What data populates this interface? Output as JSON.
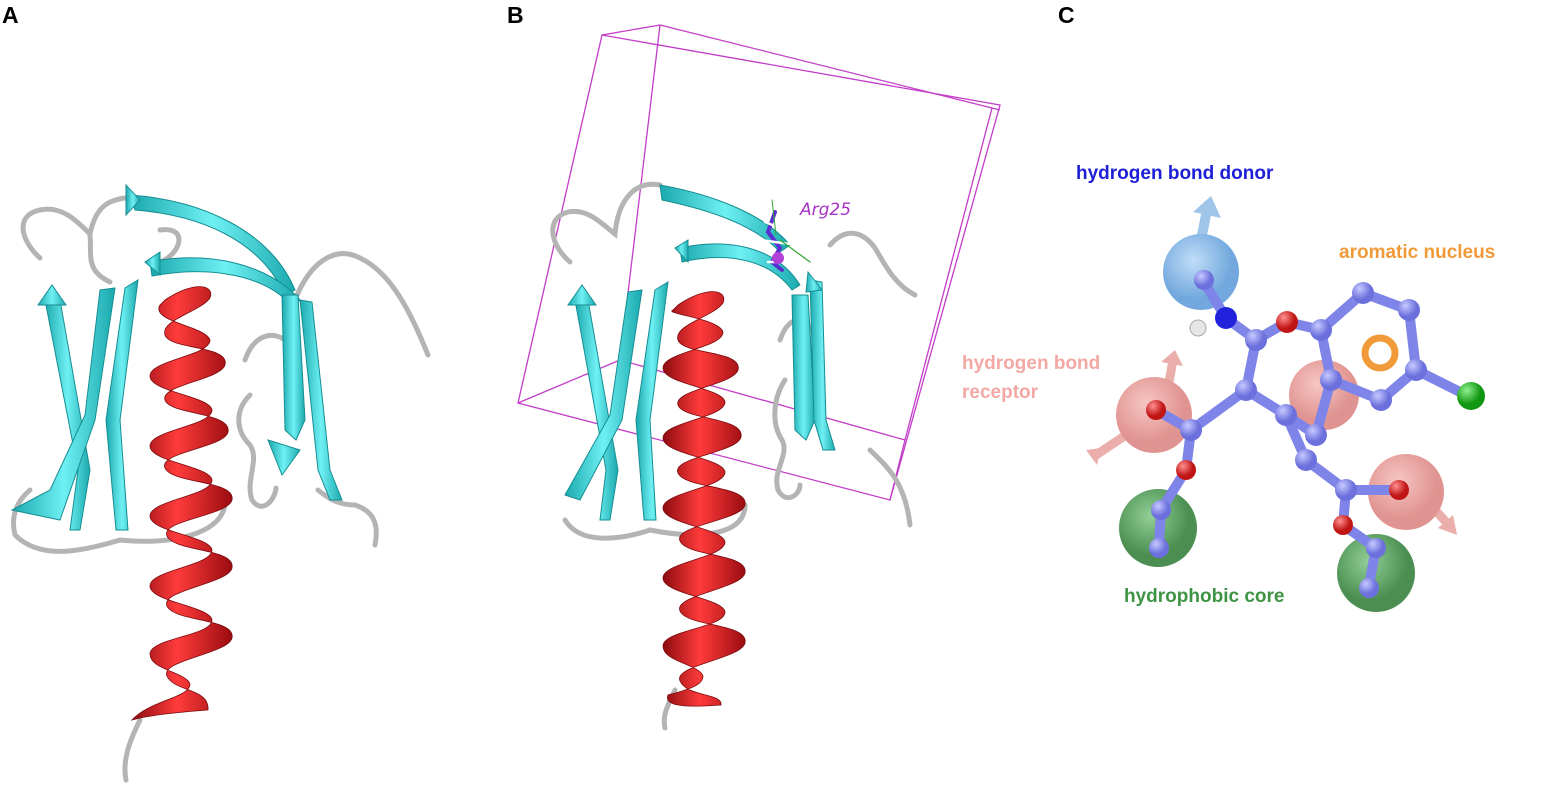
{
  "panels": [
    {
      "letter": "A"
    },
    {
      "letter": "B"
    },
    {
      "letter": "C"
    }
  ],
  "panel_b": {
    "residue_label": "Arg25"
  },
  "panel_c": {
    "labels": {
      "donor": "hydrogen bond donor",
      "aromatic": "aromatic nucleus",
      "acceptor_line1": "hydrogen bond",
      "acceptor_line2": "receptor",
      "hydrophobic": "hydrophobic core"
    }
  },
  "colors": {
    "helix": "#d8161c",
    "strand": "#2fcdd3",
    "loop": "#b4b4b4",
    "grid_box": "#c33cc9",
    "donor": "#1d20d6",
    "aromatic": "#f09a3a",
    "acceptor": "#f2a8a4",
    "hydrophobic": "#3f9444",
    "atom_carbon": "#7f85e8",
    "atom_oxygen": "#e02020",
    "atom_chlorine": "#18c418"
  }
}
